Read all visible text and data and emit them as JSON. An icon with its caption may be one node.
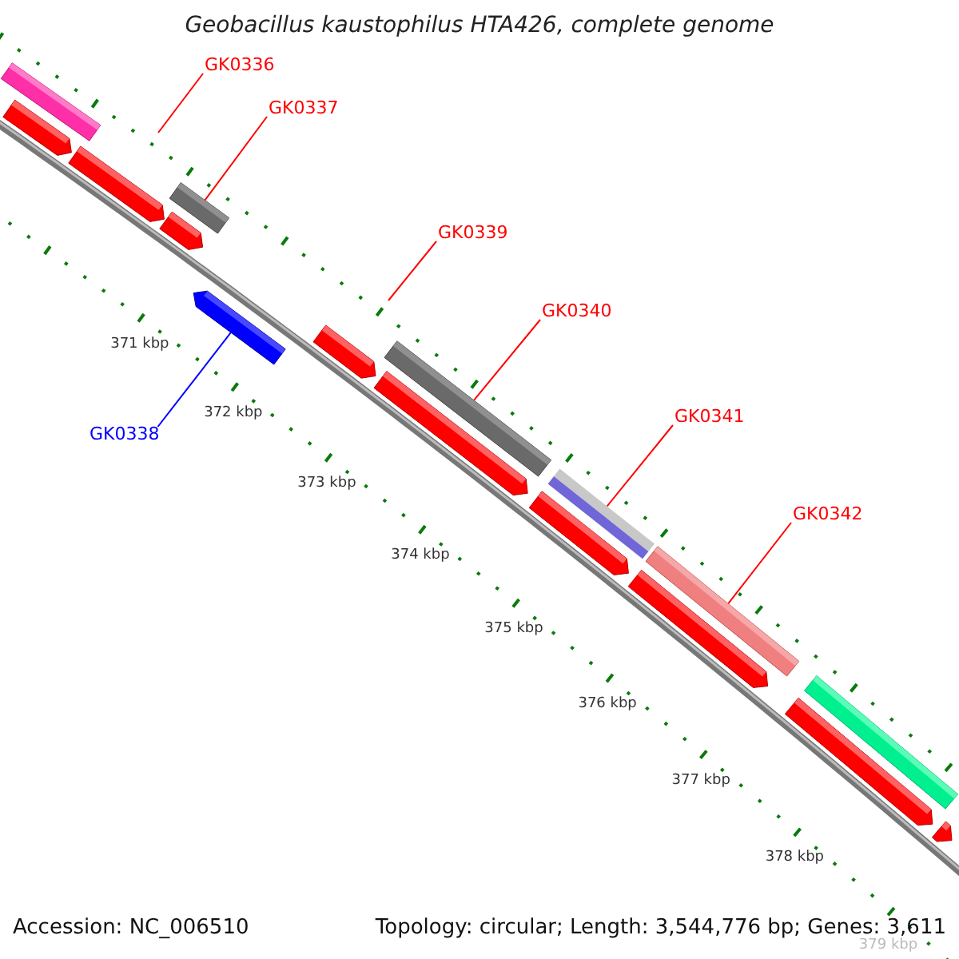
{
  "diagram": {
    "title": "Geobacillus kaustophilus HTA426, complete genome",
    "nodes": [
      {
        "text": [
          "GK0336"
        ]
      },
      {
        "text": [
          "GK0337"
        ]
      },
      {
        "text": [
          "GK0339"
        ]
      },
      {
        "text": [
          "GK0340"
        ]
      },
      {
        "text": [
          "GK0341"
        ]
      },
      {
        "text": [
          "GK0338"
        ]
      },
      {
        "text": [
          "GK0342"
        ]
      },
      {
        "text": [],
        "shape": "bar"
      },
      {
        "text": [],
        "shape": "bar"
      },
      {
        "text": [],
        "shape": "bar"
      },
      {
        "text": [],
        "shape": "bar"
      },
      {
        "text": [],
        "shape": "bar"
      },
      {
        "text": [],
        "shape": "bar"
      },
      {
        "text": [],
        "shape": "bar"
      },
      {
        "text": [],
        "shape": "bar"
      },
      {
        "text": [],
        "shape": "bar"
      },
      {
        "text": [],
        "shape": "bar"
      },
      {
        "text": [],
        "shape": "bar"
      },
      {
        "text": [],
        "shape": "bar"
      },
      {
        "text": [],
        "shape": "bar"
      },
      {
        "text": [],
        "shape": "bar"
      },
      {
        "text": [],
        "shape": "bar"
      },
      {
        "text": [],
        "shape": "bar"
      }
    ],
    "edges": [
      {
        "from": 0,
        "to": null,
        "arrow": "none"
      },
      {
        "from": 1,
        "to": 10,
        "arrow": "none"
      },
      {
        "from": 2,
        "to": null,
        "arrow": "none"
      },
      {
        "from": 3,
        "to": 14,
        "arrow": "none"
      },
      {
        "from": 4,
        "to": 16,
        "arrow": "none"
      },
      {
        "from": 5,
        "to": 12,
        "arrow": "none",
        "color": "#0000ff"
      },
      {
        "from": 6,
        "to": 18,
        "arrow": "none"
      }
    ],
    "labels": [
      "371 kbp",
      "372 kbp",
      "373 kbp",
      "374 kbp",
      "375 kbp",
      "376 kbp",
      "377 kbp",
      "378 kbp",
      "379 kbp",
      "Accession: NC_006510",
      "Topology: circular; Length: 3,544,776 bp; Genes: 3,611"
    ]
  }
}
